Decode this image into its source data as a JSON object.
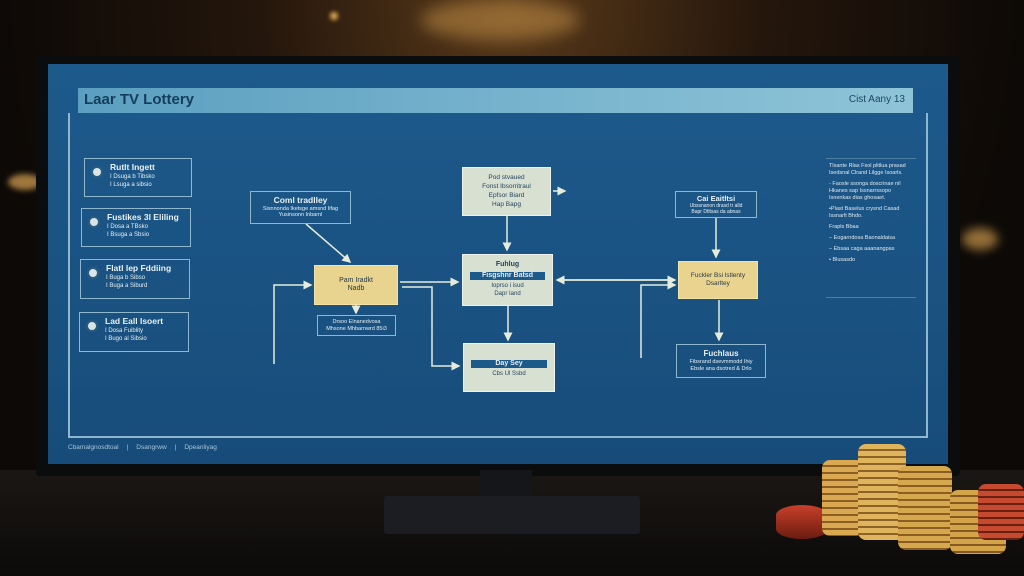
{
  "window": {
    "title": "Laar TV Lottery",
    "version": "Cist Aany 13"
  },
  "left_panel": [
    {
      "title": "Rutlt Ingett",
      "lines": [
        "I Dsuga b Tibsko",
        "I Lsuga a sibsio"
      ]
    },
    {
      "title": "Fustikes 3l Eliling",
      "lines": [
        "I Dosa a TBsko",
        "I Bsuga a Sbsio"
      ]
    },
    {
      "title": "Flatl lep Fddiing",
      "lines": [
        "I Buga b Sibso",
        "I Buga a Siburd"
      ]
    },
    {
      "title": "Lad Eall Isoert",
      "lines": [
        "I Dosa Fuiblity",
        "I Bugo al Sibsio"
      ]
    }
  ],
  "nodes": {
    "coml": {
      "title": "Coml tradlley",
      "lines": [
        "Sisnnonda Iketsge amsnd Iifag",
        "Yusinsonn Inbarnl"
      ]
    },
    "pam": {
      "lines": [
        "Pam Iradkt",
        "Nadb"
      ]
    },
    "pam_sub": {
      "lines": [
        "Drsoo Elnanedvosa",
        "Mhsone Mhbarnwrd 85i3"
      ]
    },
    "pod": {
      "lines": [
        "Pod stvaued",
        "Fonst Ibsorritraul",
        "Epfsor Biard",
        "Hap Bapg"
      ]
    },
    "fuhlug": {
      "title": "Fuhlug",
      "bar": "Fisgshnr Batsd",
      "lines": [
        "Ioprso i isud",
        "Dapr Iand"
      ]
    },
    "daysey": {
      "bar": "Day Sey",
      "lines": [
        "Cbs Ul Ssbd"
      ]
    },
    "cai": {
      "title": "Cai Eaitltsi",
      "lines": [
        "Ubssnanon drasd tr alld",
        "Bapr Dtltsas da abnas"
      ]
    },
    "fuckler": {
      "lines": [
        "Fuckler Bsi lstlenty",
        "Dsarltey"
      ]
    },
    "fuchlaus": {
      "title": "Fuchlaus",
      "lines": [
        "Fibsrand dsevmmodd Ihiy",
        "Ebsle ana dsotred & Drlo"
      ]
    }
  },
  "notes": {
    "paragraphs": [
      "Tlsante Rlas Fsol plitlua prasad Isedsnal Clrand Lilgge Isoarls.",
      "- Faosle ssonga doscrinae nil Hkanes sap Issnarrssopo Isnenkas dias ghosaet.",
      "•Plast Baselus crysnd Casad Issnarlt Bhdo."
    ],
    "subhead": "Frapls Bbaa",
    "items": [
      "– Eogarndosa Baonaldaisa",
      "– Ebsaa caga aaanangpas",
      "• Blusasdo"
    ]
  },
  "footer": {
    "items": [
      "Cbamalgnosdtoal",
      "Dsangrww",
      "Dpeanliyag"
    ]
  },
  "colors": {
    "screen": "#1d5a8c",
    "titlebar": "#8fc4d8",
    "node_light": "#d8e0d2",
    "node_yellow": "#e8d48e"
  }
}
